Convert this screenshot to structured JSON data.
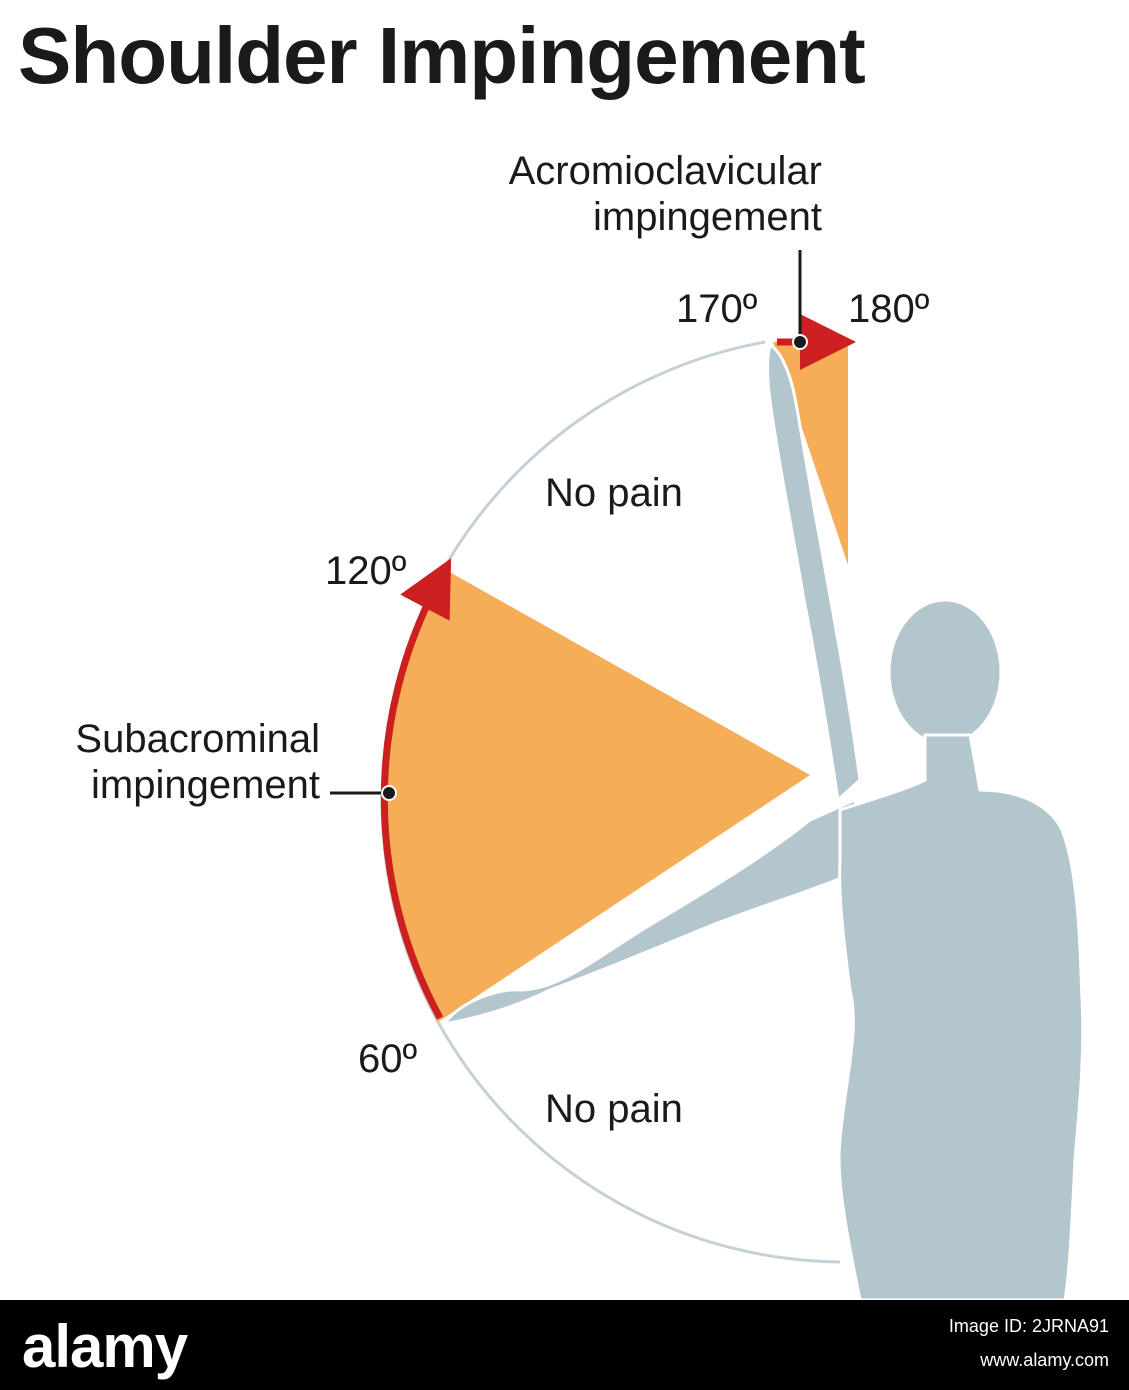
{
  "title": "Shoulder Impingement",
  "labels": {
    "acromioclavicular_line1": "Acromioclavicular",
    "acromioclavicular_line2": "impingement",
    "subacromial_line1": "Subacrominal",
    "subacromial_line2": "impingement",
    "deg_170": "170º",
    "deg_180": "180º",
    "deg_120": "120º",
    "deg_60": "60º",
    "no_pain_upper": "No pain",
    "no_pain_lower": "No pain"
  },
  "arcs": [
    {
      "name": "subacromial",
      "from_deg": 60,
      "to_deg": 120,
      "pain": true
    },
    {
      "name": "acromioclavicular",
      "from_deg": 170,
      "to_deg": 180,
      "pain": true
    }
  ],
  "colors": {
    "pain_fill": "#f5ae57",
    "arrow": "#cc1f1f",
    "arc": "#c6d1d7",
    "silhouette": "#b3c5cd",
    "text": "#1a1a1a"
  },
  "footer": {
    "brand": "alamy",
    "image_id": "Image ID: 2JRNA91",
    "url": "www.alamy.com"
  }
}
